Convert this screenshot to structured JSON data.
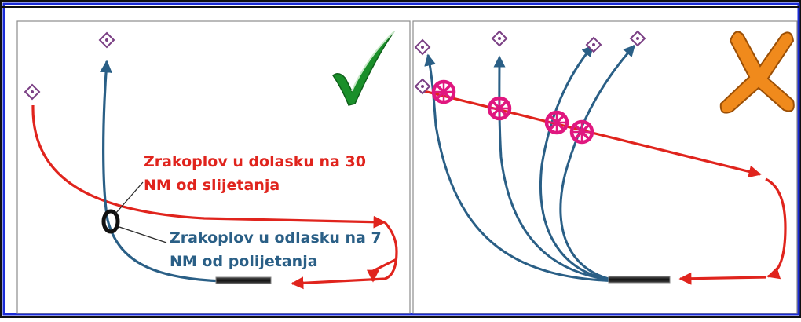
{
  "labels": {
    "arrival_line1": "Zrakoplov u dolasku na 30",
    "arrival_line2": "NM od slijetanja",
    "departure_line1": "Zrakoplov u odlasku na 7",
    "departure_line2": "NM od polijetanja"
  },
  "panels": [
    {
      "name": "correct-panel",
      "mark": "check-mark-icon"
    },
    {
      "name": "incorrect-panel",
      "mark": "cross-mark-icon"
    }
  ],
  "colors": {
    "arrival_route": "#e0241d",
    "departure_route": "#2a5f86",
    "waypoint": "#7a3f84",
    "conflict_marker": "#e0177f",
    "check_mark": "#1a8f2a",
    "cross_mark": "#f08a1c",
    "border_outer": "#101010",
    "border_inner": "#1a2bd6"
  }
}
